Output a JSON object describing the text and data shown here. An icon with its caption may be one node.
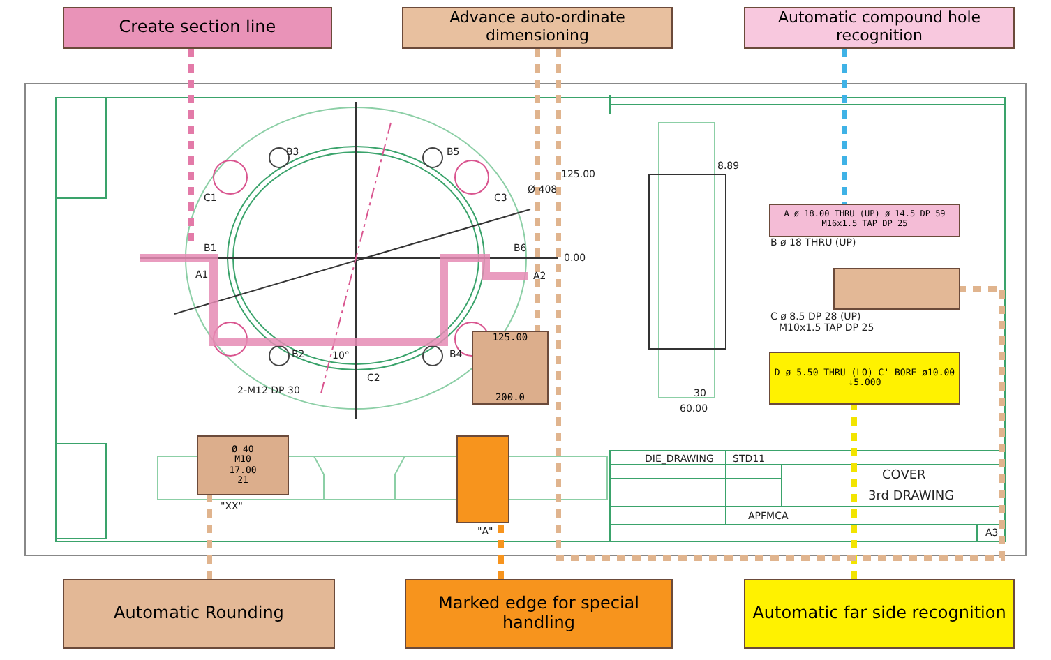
{
  "diagram": {
    "nodes": [
      {
        "text": [
          "Create section line"
        ]
      },
      {
        "text": [
          "Advance auto-ordinate dimensioning"
        ]
      },
      {
        "text": [
          "Automatic compound hole recognition"
        ]
      },
      {
        "text": [
          "A ø 18.00 THRU (UP) ø 14.5 DP 59 M16x1.5 TAP DP 25"
        ]
      },
      {
        "text": [],
        "shape": "box"
      },
      {
        "text": [
          "D ø 5.50 THRU (LO) C' BORE ø10.00 ↓5.000"
        ]
      },
      {
        "text": [
          "125.00",
          "200.0"
        ]
      },
      {
        "text": [
          "Ø 40",
          "M10",
          "17.00",
          "21"
        ],
        "beside": [
          "\"XX\""
        ]
      },
      {
        "text": [],
        "shape": "box"
      },
      {
        "text": [
          "Automatic Rounding"
        ]
      },
      {
        "text": [
          "Marked edge for special handling"
        ]
      },
      {
        "text": [
          "Automatic far side recognition"
        ]
      }
    ],
    "edges": [
      {
        "from": 0,
        "to": null,
        "arrow": "none",
        "style": "dashed",
        "color": "#e37aa8"
      },
      {
        "from": 1,
        "to": 6,
        "arrow": "none",
        "style": "dashed",
        "color": "#e0b48e"
      },
      {
        "from": 2,
        "to": 3,
        "arrow": "none",
        "style": "dashed",
        "color": "#3fb2e6"
      },
      {
        "from": 9,
        "to": 7,
        "arrow": "none",
        "style": "dashed",
        "color": "#e0b48e"
      },
      {
        "from": 10,
        "to": 8,
        "arrow": "none",
        "style": "dashed",
        "color": "#f7941d"
      },
      {
        "from": 11,
        "to": 5,
        "arrow": "none",
        "style": "dashed",
        "color": "#f2e400"
      },
      {
        "from": 1,
        "to": 4,
        "arrow": "none",
        "style": "dashed",
        "color": "#e0b48e"
      }
    ],
    "labels": [
      "B3",
      "B5",
      "C1",
      "C3",
      "Ø 408",
      "125.00",
      "8.89",
      "B1",
      "B6",
      "0.00",
      "A1",
      "A2",
      "B ø 18 THRU (UP)",
      "C ø 8.5 DP 28 (UP)",
      "M10x1.5 TAP DP 25",
      "B2",
      "10°",
      "B4",
      "C2",
      "2-M12 DP 30",
      "30",
      "60.00",
      "\"A\"",
      "DIE_DRAWING",
      "STD11",
      "COVER",
      "3rd DRAWING",
      "APFMCA",
      "A3"
    ]
  }
}
